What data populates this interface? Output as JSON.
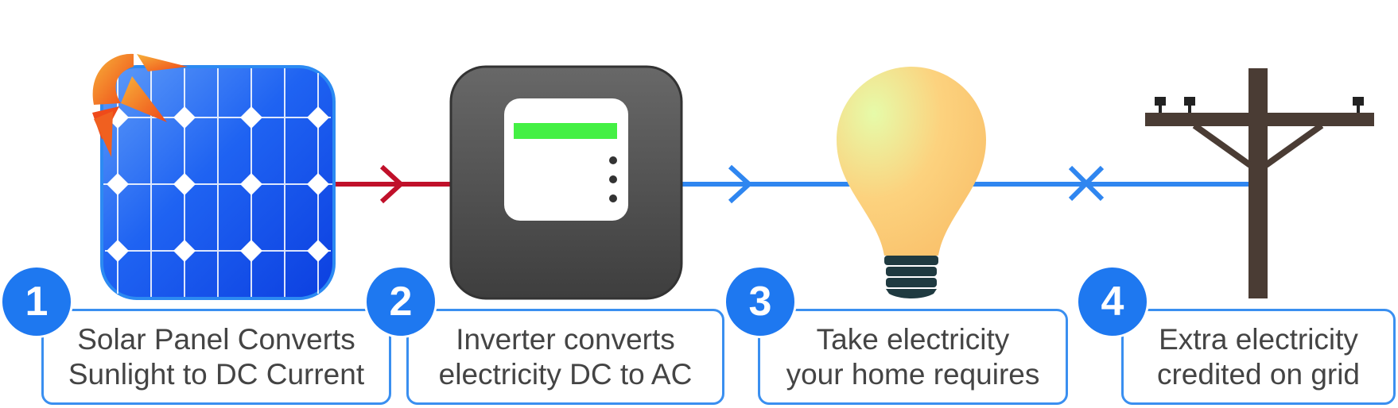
{
  "colors": {
    "step_accent": "#1e78f0",
    "box_border": "#3a8ff0",
    "dc_line": "#c0102a",
    "ac_line": "#2f86f0",
    "panel_blue": "#1a5ff0",
    "inverter_body": "#555555",
    "display_green": "#44f044",
    "bulb_glass": "#fbcd7a",
    "bulb_base": "#1f3a40",
    "pole_brown": "#4a3c34"
  },
  "icons": {
    "sun": "sun-icon",
    "solar_panel": "solar-panel-icon",
    "inverter": "inverter-icon",
    "bulb": "light-bulb-icon",
    "pole": "utility-pole-icon"
  },
  "steps": [
    {
      "number": "1",
      "line1": "Solar Panel Converts",
      "line2": "Sunlight to DC Current"
    },
    {
      "number": "2",
      "line1": "Inverter converts",
      "line2": "electricity DC to AC"
    },
    {
      "number": "3",
      "line1": "Take electricity",
      "line2": "your home requires"
    },
    {
      "number": "4",
      "line1": "Extra electricity",
      "line2": "credited on grid"
    }
  ]
}
